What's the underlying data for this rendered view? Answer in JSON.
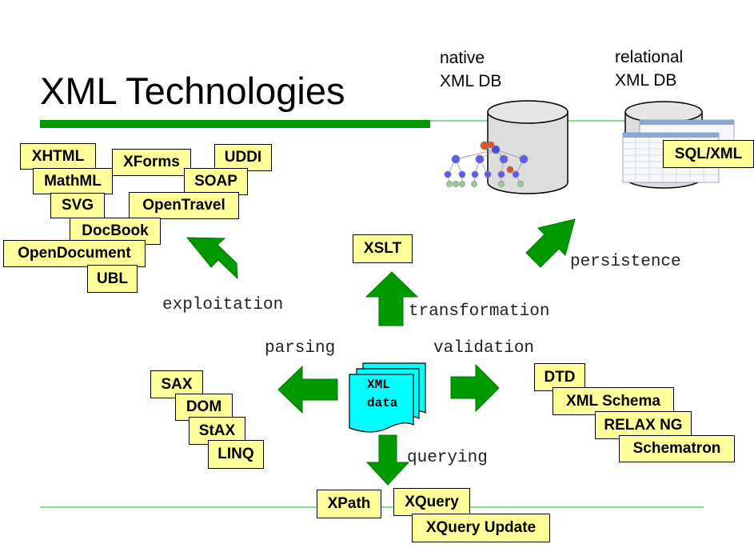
{
  "title": "XML Technologies",
  "databases": {
    "native_label_1": "native",
    "native_label_2": "XML DB",
    "relational_label_1": "relational",
    "relational_label_2": "XML DB",
    "sqlxml": "SQL/XML"
  },
  "center": {
    "line1": "XML",
    "line2": "data"
  },
  "flows": {
    "persistence": "persistence",
    "transformation": "transformation",
    "exploitation": "exploitation",
    "parsing": "parsing",
    "validation": "validation",
    "querying": "querying"
  },
  "transformation_tech": [
    "XSLT"
  ],
  "exploitation_tech": [
    "XHTML",
    "MathML",
    "SVG",
    "XForms",
    "UDDI",
    "SOAP",
    "OpenTravel",
    "DocBook",
    "OpenDocument",
    "UBL"
  ],
  "parsing_tech": [
    "SAX",
    "DOM",
    "StAX",
    "LINQ"
  ],
  "validation_tech": [
    "DTD",
    "XML Schema",
    "RELAX NG",
    "Schematron"
  ],
  "querying_tech": [
    "XPath",
    "XQuery",
    "XQuery Update"
  ],
  "colors": {
    "accent_green": "#009900",
    "line_green": "#66cc66",
    "box_fill": "#ffff99",
    "doc_fill": "#00ffff"
  }
}
